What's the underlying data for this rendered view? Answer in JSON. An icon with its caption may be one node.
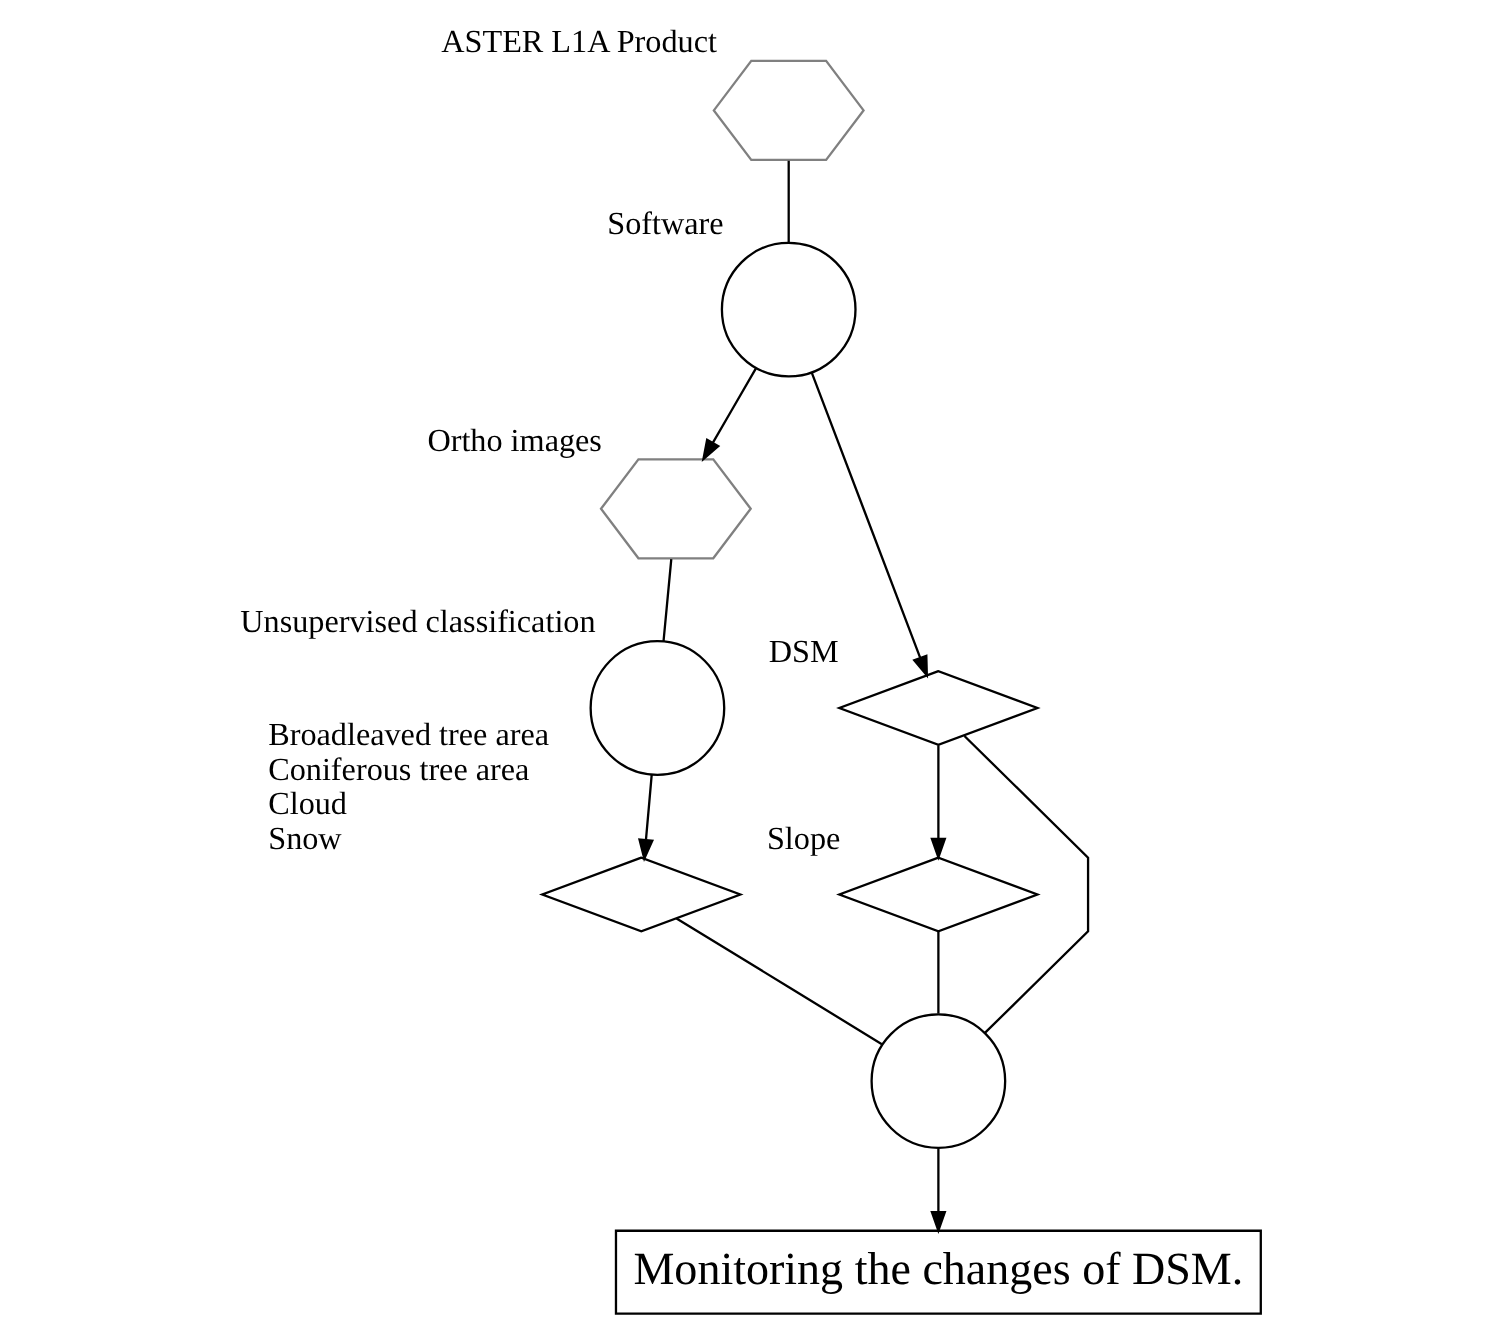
{
  "diagram": {
    "nodes": [
      {
        "text": [],
        "shape": "hexagon",
        "beside": [
          "ASTER L1A Product"
        ]
      },
      {
        "text": [],
        "shape": "circle",
        "beside": [
          "Software"
        ]
      },
      {
        "text": [],
        "shape": "hexagon",
        "beside": [
          "Ortho images"
        ]
      },
      {
        "text": [],
        "shape": "diamond",
        "beside": [
          "DSM"
        ]
      },
      {
        "text": [],
        "shape": "circle",
        "beside": [
          "Unsupervised classification"
        ]
      },
      {
        "text": [],
        "shape": "diamond",
        "beside": [
          "Broadleaved tree area",
          "Coniferous tree area",
          "Cloud",
          "Snow"
        ]
      },
      {
        "text": [],
        "shape": "diamond",
        "beside": [
          "Slope"
        ]
      },
      {
        "text": [],
        "shape": "circle"
      },
      {
        "text": [
          "Monitoring the changes of DSM."
        ]
      }
    ],
    "edges": [
      {
        "from": 0,
        "to": 1,
        "arrow": "none"
      },
      {
        "from": 1,
        "to": 2,
        "arrow": "to"
      },
      {
        "from": 1,
        "to": 3,
        "arrow": "to"
      },
      {
        "from": 2,
        "to": 4,
        "arrow": "none"
      },
      {
        "from": 4,
        "to": 5,
        "arrow": "to"
      },
      {
        "from": 3,
        "to": 6,
        "arrow": "to"
      },
      {
        "from": 3,
        "to": 7,
        "arrow": "none"
      },
      {
        "from": 5,
        "to": 7,
        "arrow": "none"
      },
      {
        "from": 6,
        "to": 7,
        "arrow": "none"
      },
      {
        "from": 7,
        "to": 8,
        "arrow": "to"
      }
    ]
  }
}
